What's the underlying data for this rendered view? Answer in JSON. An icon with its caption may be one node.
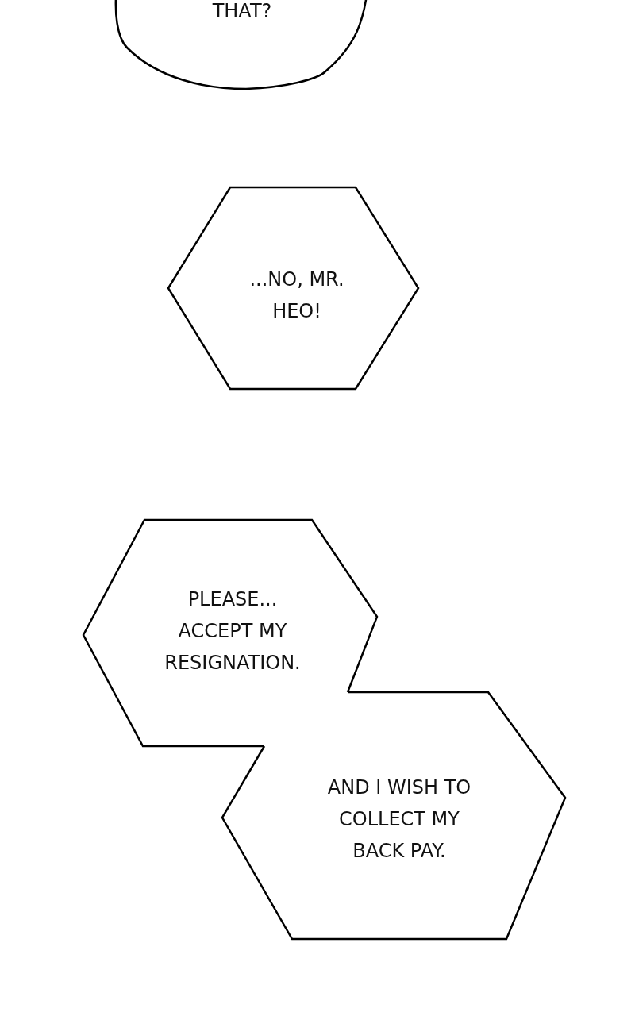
{
  "diagram": {
    "nodes": [
      {
        "text": [
          "THAT?"
        ]
      },
      {
        "text": [
          "...NO, MR. HEO!"
        ]
      },
      {
        "text": [
          "PLEASE... ACCEPT MY RESIGNATION."
        ]
      },
      {
        "text": [
          "AND I WISH TO COLLECT MY BACK PAY."
        ]
      }
    ]
  }
}
